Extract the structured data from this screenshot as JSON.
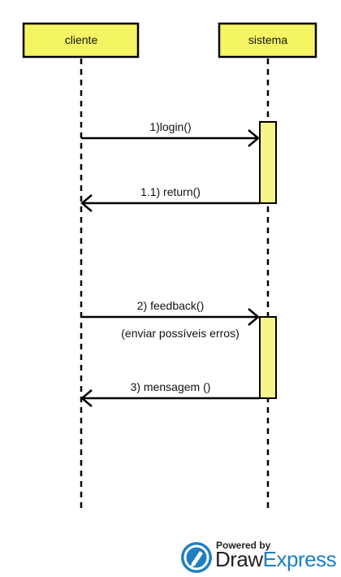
{
  "actors": [
    {
      "name": "cliente"
    },
    {
      "name": "sistema"
    }
  ],
  "messages": [
    {
      "label": "1)login()"
    },
    {
      "label": "1.1) return()"
    },
    {
      "label": "2) feedback()"
    },
    {
      "label": "(enviar possíveis erros)"
    },
    {
      "label": "3) mensagem ()"
    }
  ],
  "branding": {
    "powered_by": "Powered by",
    "name_part1": "Draw",
    "name_part2": "Express"
  },
  "colors": {
    "actor_fill": "#f5f564",
    "activation_fill": "#f5f58c",
    "stroke": "#000000",
    "brand_blue": "#1f7fc0"
  }
}
